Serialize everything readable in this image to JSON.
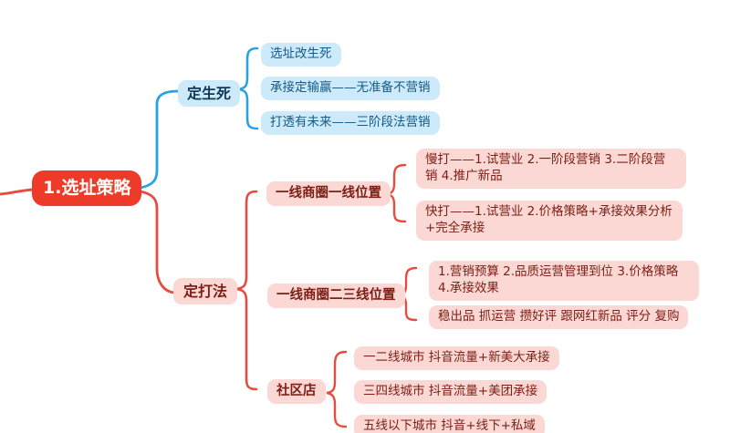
{
  "mindmap": {
    "root": {
      "label": "1.选址策略"
    },
    "branches": [
      {
        "label": "定生死",
        "theme": "blue",
        "children": [
          {
            "label": "选址改生死"
          },
          {
            "label": "承接定输赢——无准备不营销"
          },
          {
            "label": "打透有未来——三阶段法营销"
          }
        ]
      },
      {
        "label": "定打法",
        "theme": "red",
        "children": [
          {
            "label": "一线商圈一线位置",
            "children": [
              {
                "label": "慢打——1.试营业 2.一阶段营销 3.二阶段营销 4.推广新品"
              },
              {
                "label": "快打——1.试营业 2.价格策略+承接效果分析+完全承接"
              }
            ]
          },
          {
            "label": "一线商圈二三线位置",
            "children": [
              {
                "label": "1.营销预算  2.品质运营管理到位 3.价格策略 4.承接效果"
              },
              {
                "label": "稳出品 抓运营 攒好评 跟网红新品 评分 复购"
              }
            ]
          },
          {
            "label": "社区店",
            "children": [
              {
                "label": "一二线城市 抖音流量+新美大承接"
              },
              {
                "label": "三四线城市 抖音流量+美团承接"
              },
              {
                "label": "五线以下城市 抖音+线下+私域"
              }
            ]
          }
        ]
      }
    ],
    "colors": {
      "canvas_bg": "#ffffff",
      "root_bg": "#ee3a29",
      "root_text": "#ffffff",
      "blue_connector": "#2aa2e0",
      "blue_node_bg": "#cdeafb",
      "blue_branch_text": "#113a58",
      "blue_leaf_text": "#155a85",
      "red_connector": "#e64c3f",
      "pink_node_bg": "#fcd8d4",
      "maroon_text": "#7d2017"
    }
  }
}
